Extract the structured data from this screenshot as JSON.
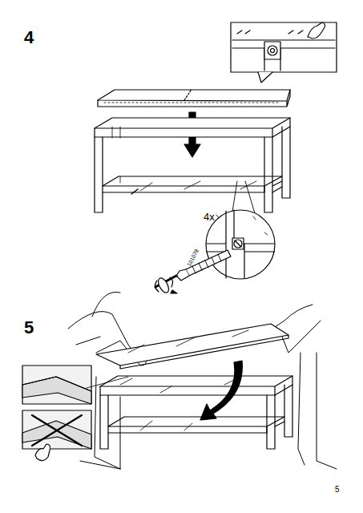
{
  "diagram": {
    "labels": [
      "4",
      "4x",
      "101078",
      "5",
      "5"
    ]
  }
}
